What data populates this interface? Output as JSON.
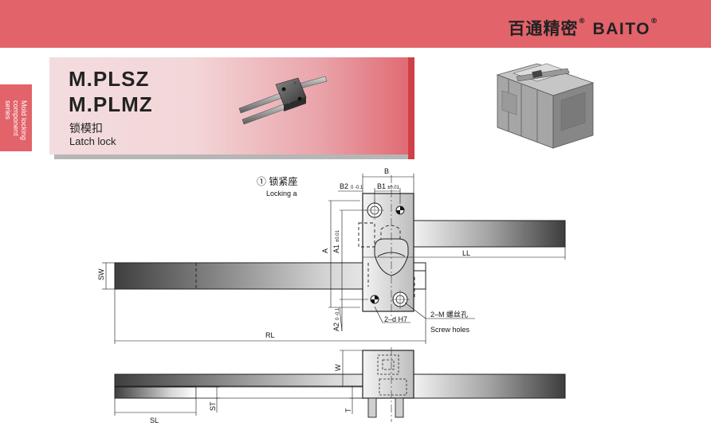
{
  "header": {
    "brand_cn": "百通精密",
    "brand_en": "BAITO",
    "registered_mark": "®"
  },
  "side_tab": {
    "label": "Mold locking component series"
  },
  "product": {
    "model_1": "M.PLSZ",
    "model_2": "M.PLMZ",
    "name_cn": "锁模扣",
    "name_en": "Latch lock"
  },
  "drawing": {
    "part_label_cn": "① 锁紧座",
    "part_label_en": "Locking a",
    "dims": {
      "B": "B",
      "B1": "B1",
      "B1_tol": "±0.01",
      "B2": "B2",
      "B2_tol": "0 -0.1",
      "A": "A",
      "A1": "A1",
      "A1_tol": "±0.01",
      "A2": "A2",
      "A2_tol": "0 -0.1",
      "SW": "SW",
      "LL": "LL",
      "RL": "RL",
      "W": "W",
      "T": "T",
      "ST": "ST",
      "SL": "SL"
    },
    "callout_dowel": "2–d H7",
    "callout_screw_cn": "2–M 螺丝孔",
    "callout_screw_en": "Screw holes"
  },
  "colors": {
    "accent": "#e2636a",
    "accent_dark": "#d04049"
  }
}
